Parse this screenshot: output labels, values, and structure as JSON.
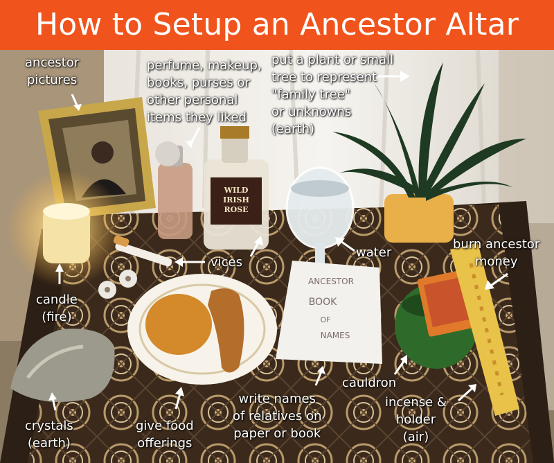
{
  "title": "How to Setup an Ancestor Altar",
  "colors": {
    "banner": "#f0541c",
    "label_text": "#ffffff"
  },
  "labels": {
    "ancestor_pictures": [
      "ancestor",
      "pictures"
    ],
    "personal_items": [
      "perfume, makeup,",
      "books, purses or",
      "other personal",
      "items they liked"
    ],
    "plant": [
      "put a plant or small",
      "tree to represent",
      "\"family tree\"",
      "or unknowns",
      "(earth)"
    ],
    "burn_money": [
      "burn ancestor",
      "money"
    ],
    "candle": [
      "candle",
      "(fire)"
    ],
    "vices": "vices",
    "water": "water",
    "cauldron": "cauldron",
    "incense": [
      "incense &",
      "holder",
      "(air)"
    ],
    "write_names": [
      "write names",
      "of relatives on",
      "paper or book"
    ],
    "food": [
      "give food",
      "offerings"
    ],
    "crystals": [
      "crystals",
      "(earth)"
    ]
  },
  "objects": {
    "bottle_label": [
      "WILD",
      "IRISH",
      "ROSE"
    ],
    "book_text": [
      "ANCESTOR",
      "BOOK",
      "OF",
      "NAMES"
    ]
  }
}
